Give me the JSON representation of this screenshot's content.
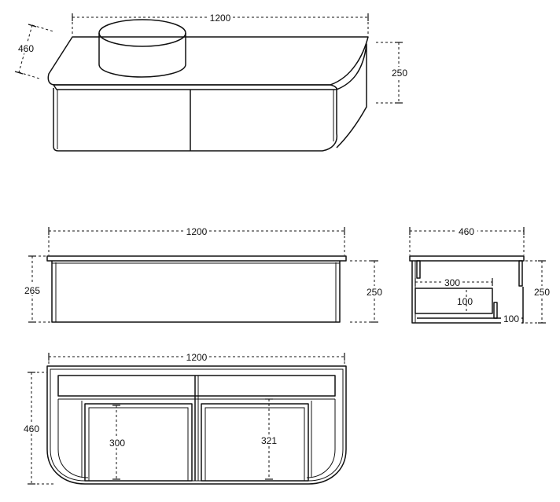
{
  "colors": {
    "line": "#111111",
    "background": "#ffffff"
  },
  "views": {
    "perspective": {
      "width": "1200",
      "depth": "460",
      "height": "250"
    },
    "front": {
      "width": "1200",
      "height_left": "265",
      "height_right": "250"
    },
    "side": {
      "depth": "460",
      "height": "250",
      "drawer_depth": "300",
      "drawer_height": "100",
      "offset": "100"
    },
    "top": {
      "width": "1200",
      "depth": "460",
      "drawer_left": "300",
      "drawer_right": "321"
    }
  }
}
